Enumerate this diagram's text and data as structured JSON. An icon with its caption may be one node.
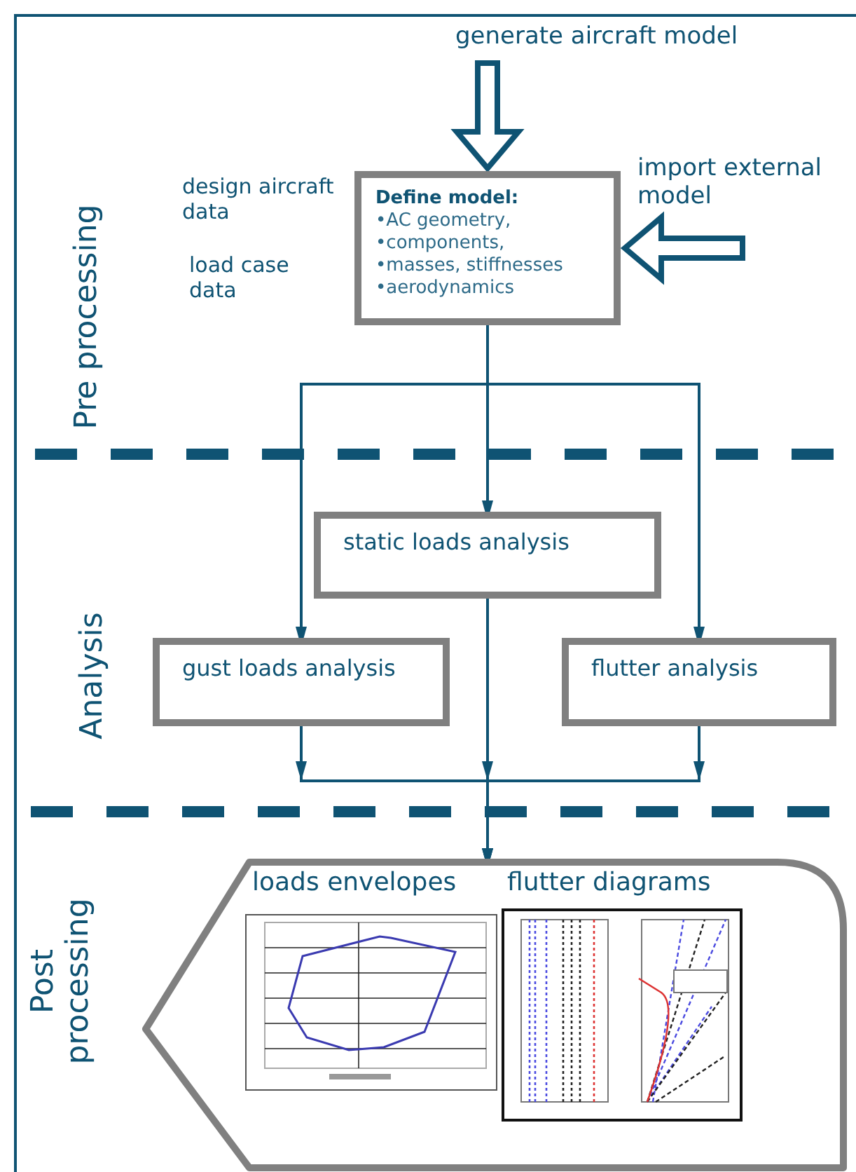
{
  "diagram": {
    "nodes": [
      {
        "text": [
          "generate aircraft model"
        ]
      },
      {
        "text": [
          "import external model"
        ]
      },
      {
        "text": [
          "Define model:",
          "•AC geometry,",
          "•components,",
          "•masses, stiffnesses",
          "•aerodynamics"
        ]
      },
      {
        "text": [
          "static loads analysis"
        ]
      },
      {
        "text": [
          "gust loads analysis"
        ]
      },
      {
        "text": [
          "flutter analysis"
        ]
      },
      {
        "text": [
          "loads envelopes",
          "flutter diagrams"
        ]
      }
    ],
    "edges": [
      {
        "from": 0,
        "to": 2,
        "arrow": "to",
        "style": "thick"
      },
      {
        "from": 1,
        "to": 2,
        "arrow": "to",
        "style": "thick"
      },
      {
        "from": 2,
        "to": 3,
        "arrow": "to"
      },
      {
        "from": 2,
        "to": 4,
        "arrow": "to"
      },
      {
        "from": 2,
        "to": 5,
        "arrow": "to"
      },
      {
        "from": 3,
        "to": 6,
        "arrow": "to"
      },
      {
        "from": 4,
        "to": 6,
        "arrow": "to"
      },
      {
        "from": 5,
        "to": 6,
        "arrow": "to"
      }
    ],
    "labels": [
      "design aircraft data",
      "load case data",
      "Pre processing",
      "Analysis",
      "Post processing"
    ]
  }
}
